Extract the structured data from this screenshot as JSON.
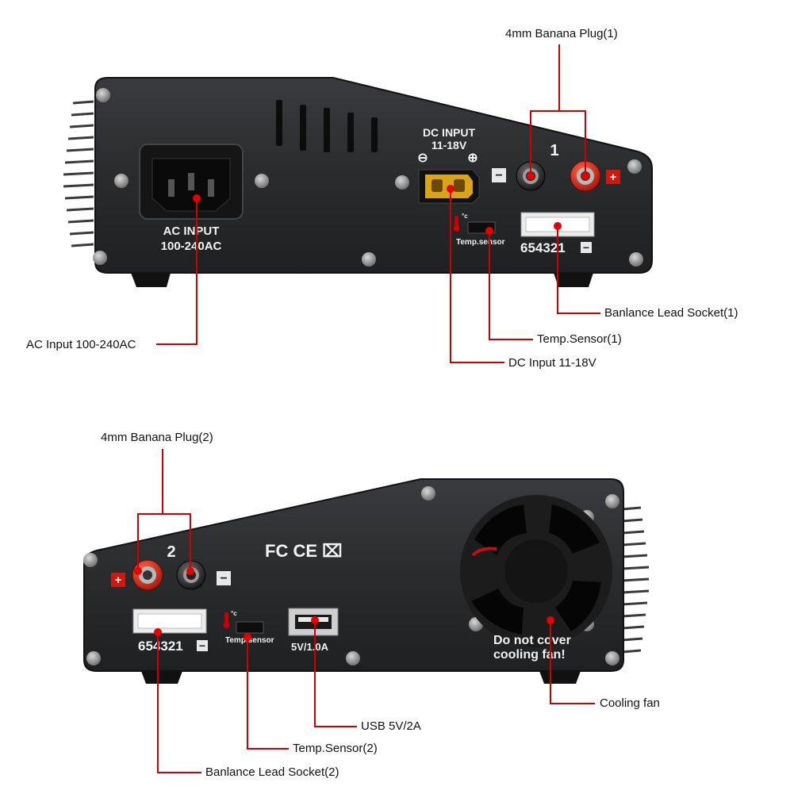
{
  "callouts": {
    "banana_plug_1": "4mm Banana Plug(1)",
    "ac_input": "AC Input 100-240AC",
    "balance_socket_1": "Banlance Lead Socket(1)",
    "temp_sensor_1": "Temp.Sensor(1)",
    "dc_input": "DC Input 11-18V",
    "banana_plug_2": "4mm Banana Plug(2)",
    "cooling_fan": "Cooling fan",
    "usb": "USB 5V/2A",
    "temp_sensor_2": "Temp.Sensor(2)",
    "balance_socket_2": "Banlance Lead Socket(2)"
  },
  "panel_top": {
    "ac_label_1": "AC INPUT",
    "ac_label_2": "100-240AC",
    "dc_label_1": "DC INPUT",
    "dc_label_2": "11-18V",
    "dc_minus": "⊖",
    "dc_plus": "⊕",
    "port_number": "1",
    "balance_pins": "654321",
    "temp_label": "Temp.sensor",
    "temp_unit": "°c",
    "minus_sign": "−",
    "plus_sign": "+"
  },
  "panel_bottom": {
    "port_number": "2",
    "cert_marks": "FC CE ⌧",
    "balance_pins": "654321",
    "temp_label": "Temp.sensor",
    "temp_unit": "°c",
    "usb_label": "5V/1.0A",
    "fan_label_1": "Do not cover",
    "fan_label_2": "cooling fan!",
    "minus_sign": "−",
    "plus_sign": "+"
  },
  "colors": {
    "callout_line": "#d10000",
    "marker": "#e60000",
    "panel": "#2b2c2e",
    "banana_red": "#d42a1a"
  }
}
